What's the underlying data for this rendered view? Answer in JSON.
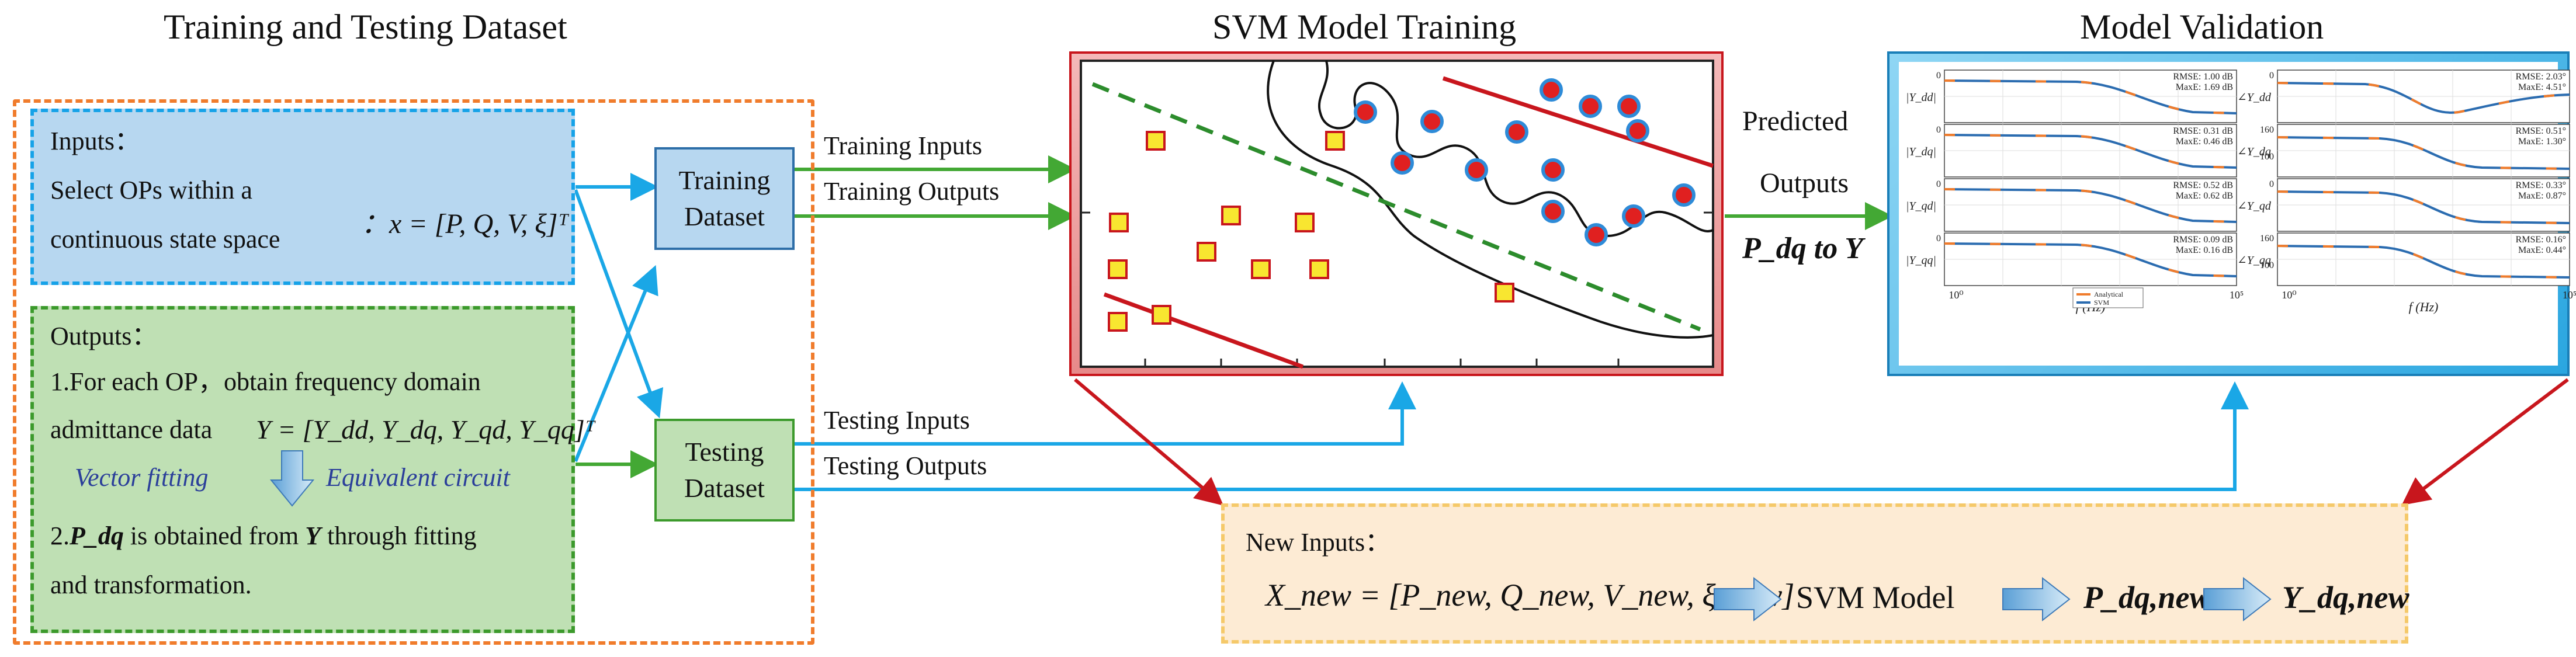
{
  "titles": {
    "dataset": "Training and Testing Dataset",
    "svm": "SVM Model Training",
    "validation": "Model Validation"
  },
  "inputs_box": {
    "heading": "Inputs：",
    "line1": "Select OPs within a",
    "line2": "continuous state space",
    "formula": "：x = [P, Q, V, ξ]ᵀ"
  },
  "outputs_box": {
    "heading": "Outputs：",
    "line1": "1.For each OP，obtain frequency domain",
    "line2": "admittance data",
    "formula": "Y = [Y_dd, Y_dq, Y_qd, Y_qq]ᵀ",
    "vf": "Vector fitting",
    "ec": "Equivalent circuit",
    "line3_a": "2.",
    "line3_pdq": "P_dq",
    "line3_b": " is obtained from ",
    "line3_y": "Y",
    "line3_c": " through fitting",
    "line4": "and transformation."
  },
  "nodes": {
    "training": [
      "Training",
      "Dataset"
    ],
    "testing": [
      "Testing",
      "Dataset"
    ]
  },
  "arrows": {
    "training_inputs": "Training Inputs",
    "training_outputs": "Training Outputs",
    "testing_inputs": "Testing Inputs",
    "testing_outputs": "Testing Outputs",
    "predicted_1": "Predicted",
    "predicted_2": "Outputs",
    "pdq_to_y": "P_dq to Y"
  },
  "validation_panels": [
    {
      "ylabel": "|Y_dd|",
      "ytick": "0",
      "rmse": "RMSE: 1.00 dB",
      "maxe": "MaxE: 1.69 dB"
    },
    {
      "ylabel": "∠Y_dd",
      "ytick": "0",
      "rmse": "RMSE: 2.03°",
      "maxe": "MaxE: 4.51°"
    },
    {
      "ylabel": "|Y_dq|",
      "ytick": "0",
      "rmse": "RMSE: 0.31 dB",
      "maxe": "MaxE: 0.46 dB"
    },
    {
      "ylabel": "∠Y_dq",
      "ytick": "160\n100",
      "rmse": "RMSE: 0.51°",
      "maxe": "MaxE: 1.30°"
    },
    {
      "ylabel": "|Y_qd|",
      "ytick": "0",
      "rmse": "RMSE: 0.52 dB",
      "maxe": "MaxE: 0.62 dB"
    },
    {
      "ylabel": "∠Y_qd",
      "ytick": "0",
      "rmse": "RMSE: 0.33°",
      "maxe": "MaxE: 0.87°"
    },
    {
      "ylabel": "|Y_qq|",
      "ytick": "0",
      "rmse": "RMSE: 0.09 dB",
      "maxe": "MaxE: 0.16 dB"
    },
    {
      "ylabel": "∠Y_qq",
      "ytick": "160\n100",
      "rmse": "RMSE: 0.16°",
      "maxe": "MaxE: 0.44°"
    }
  ],
  "validation_axes": {
    "x_first": "10⁰",
    "x_last": "10⁵",
    "xlabel": "f (Hz)",
    "legend": [
      "Analytical",
      "SVM"
    ]
  },
  "new_inputs": {
    "heading": "New Inputs：",
    "formula": "X_new = [P_new, Q_new, V_new, ξ_new]",
    "svm": "SVM Model",
    "pdq_new": "P_dq,new",
    "ydq_new": "Y_dq,new"
  },
  "colors": {
    "orange_dash": "#f07c2c",
    "blue_fill": "#b7d7f0",
    "blue_dash": "#16a2e8",
    "green_fill": "#bfe0b4",
    "green_dash": "#3c9a2c",
    "arrow_blue": "#1aa7e6",
    "arrow_green": "#43a834",
    "arrow_red": "#c8161d",
    "analytical": "#f07c2c",
    "svm_line": "#2b6cb0"
  }
}
